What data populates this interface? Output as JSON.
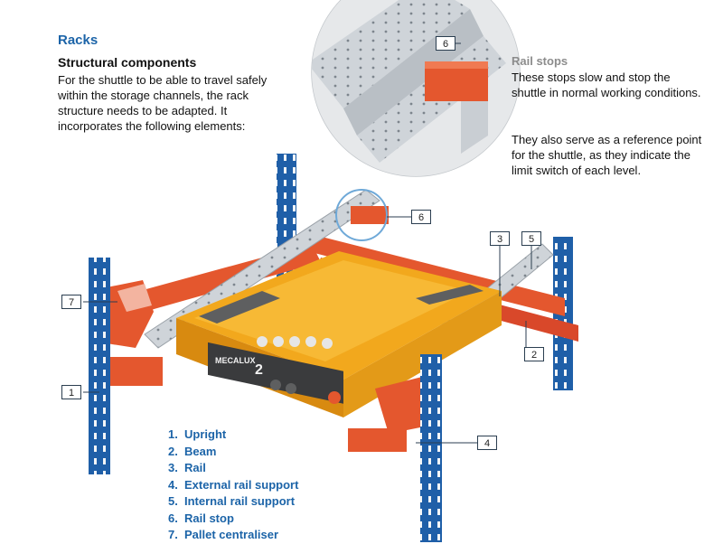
{
  "heading": {
    "title": "Racks",
    "subtitle": "Structural components",
    "intro": "For the shuttle to be able to travel safely within the storage channels, the rack structure needs to be adapted. It incorporates the following elements:"
  },
  "rail_stops": {
    "title": "Rail stops",
    "para1": "These stops slow and stop the shuttle in normal working conditions.",
    "para2": "They also serve as a reference point for the shuttle, as they indicate the limit switch of each level."
  },
  "legend": [
    {
      "num": "1.",
      "label": "Upright"
    },
    {
      "num": "2.",
      "label": "Beam"
    },
    {
      "num": "3.",
      "label": "Rail"
    },
    {
      "num": "4.",
      "label": "External rail support"
    },
    {
      "num": "5.",
      "label": "Internal rail support"
    },
    {
      "num": "6.",
      "label": "Rail stop"
    },
    {
      "num": "7.",
      "label": "Pallet centraliser"
    }
  ],
  "callouts": {
    "upright": "1",
    "beam": "2",
    "rail": "3",
    "external_support": "4",
    "internal_support": "5",
    "rail_stop_zoom": "6",
    "rail_stop": "6",
    "centraliser": "7"
  },
  "shuttle": {
    "brand": "MECALUX",
    "number": "2"
  },
  "colors": {
    "upright_blue": "#1f5fa8",
    "beam_orange": "#e4572e",
    "rail_steel": "#c9ced3",
    "shuttle_yellow": "#f2a81d",
    "heading_blue": "#1c64a8",
    "callout_line": "#2b3e50"
  }
}
